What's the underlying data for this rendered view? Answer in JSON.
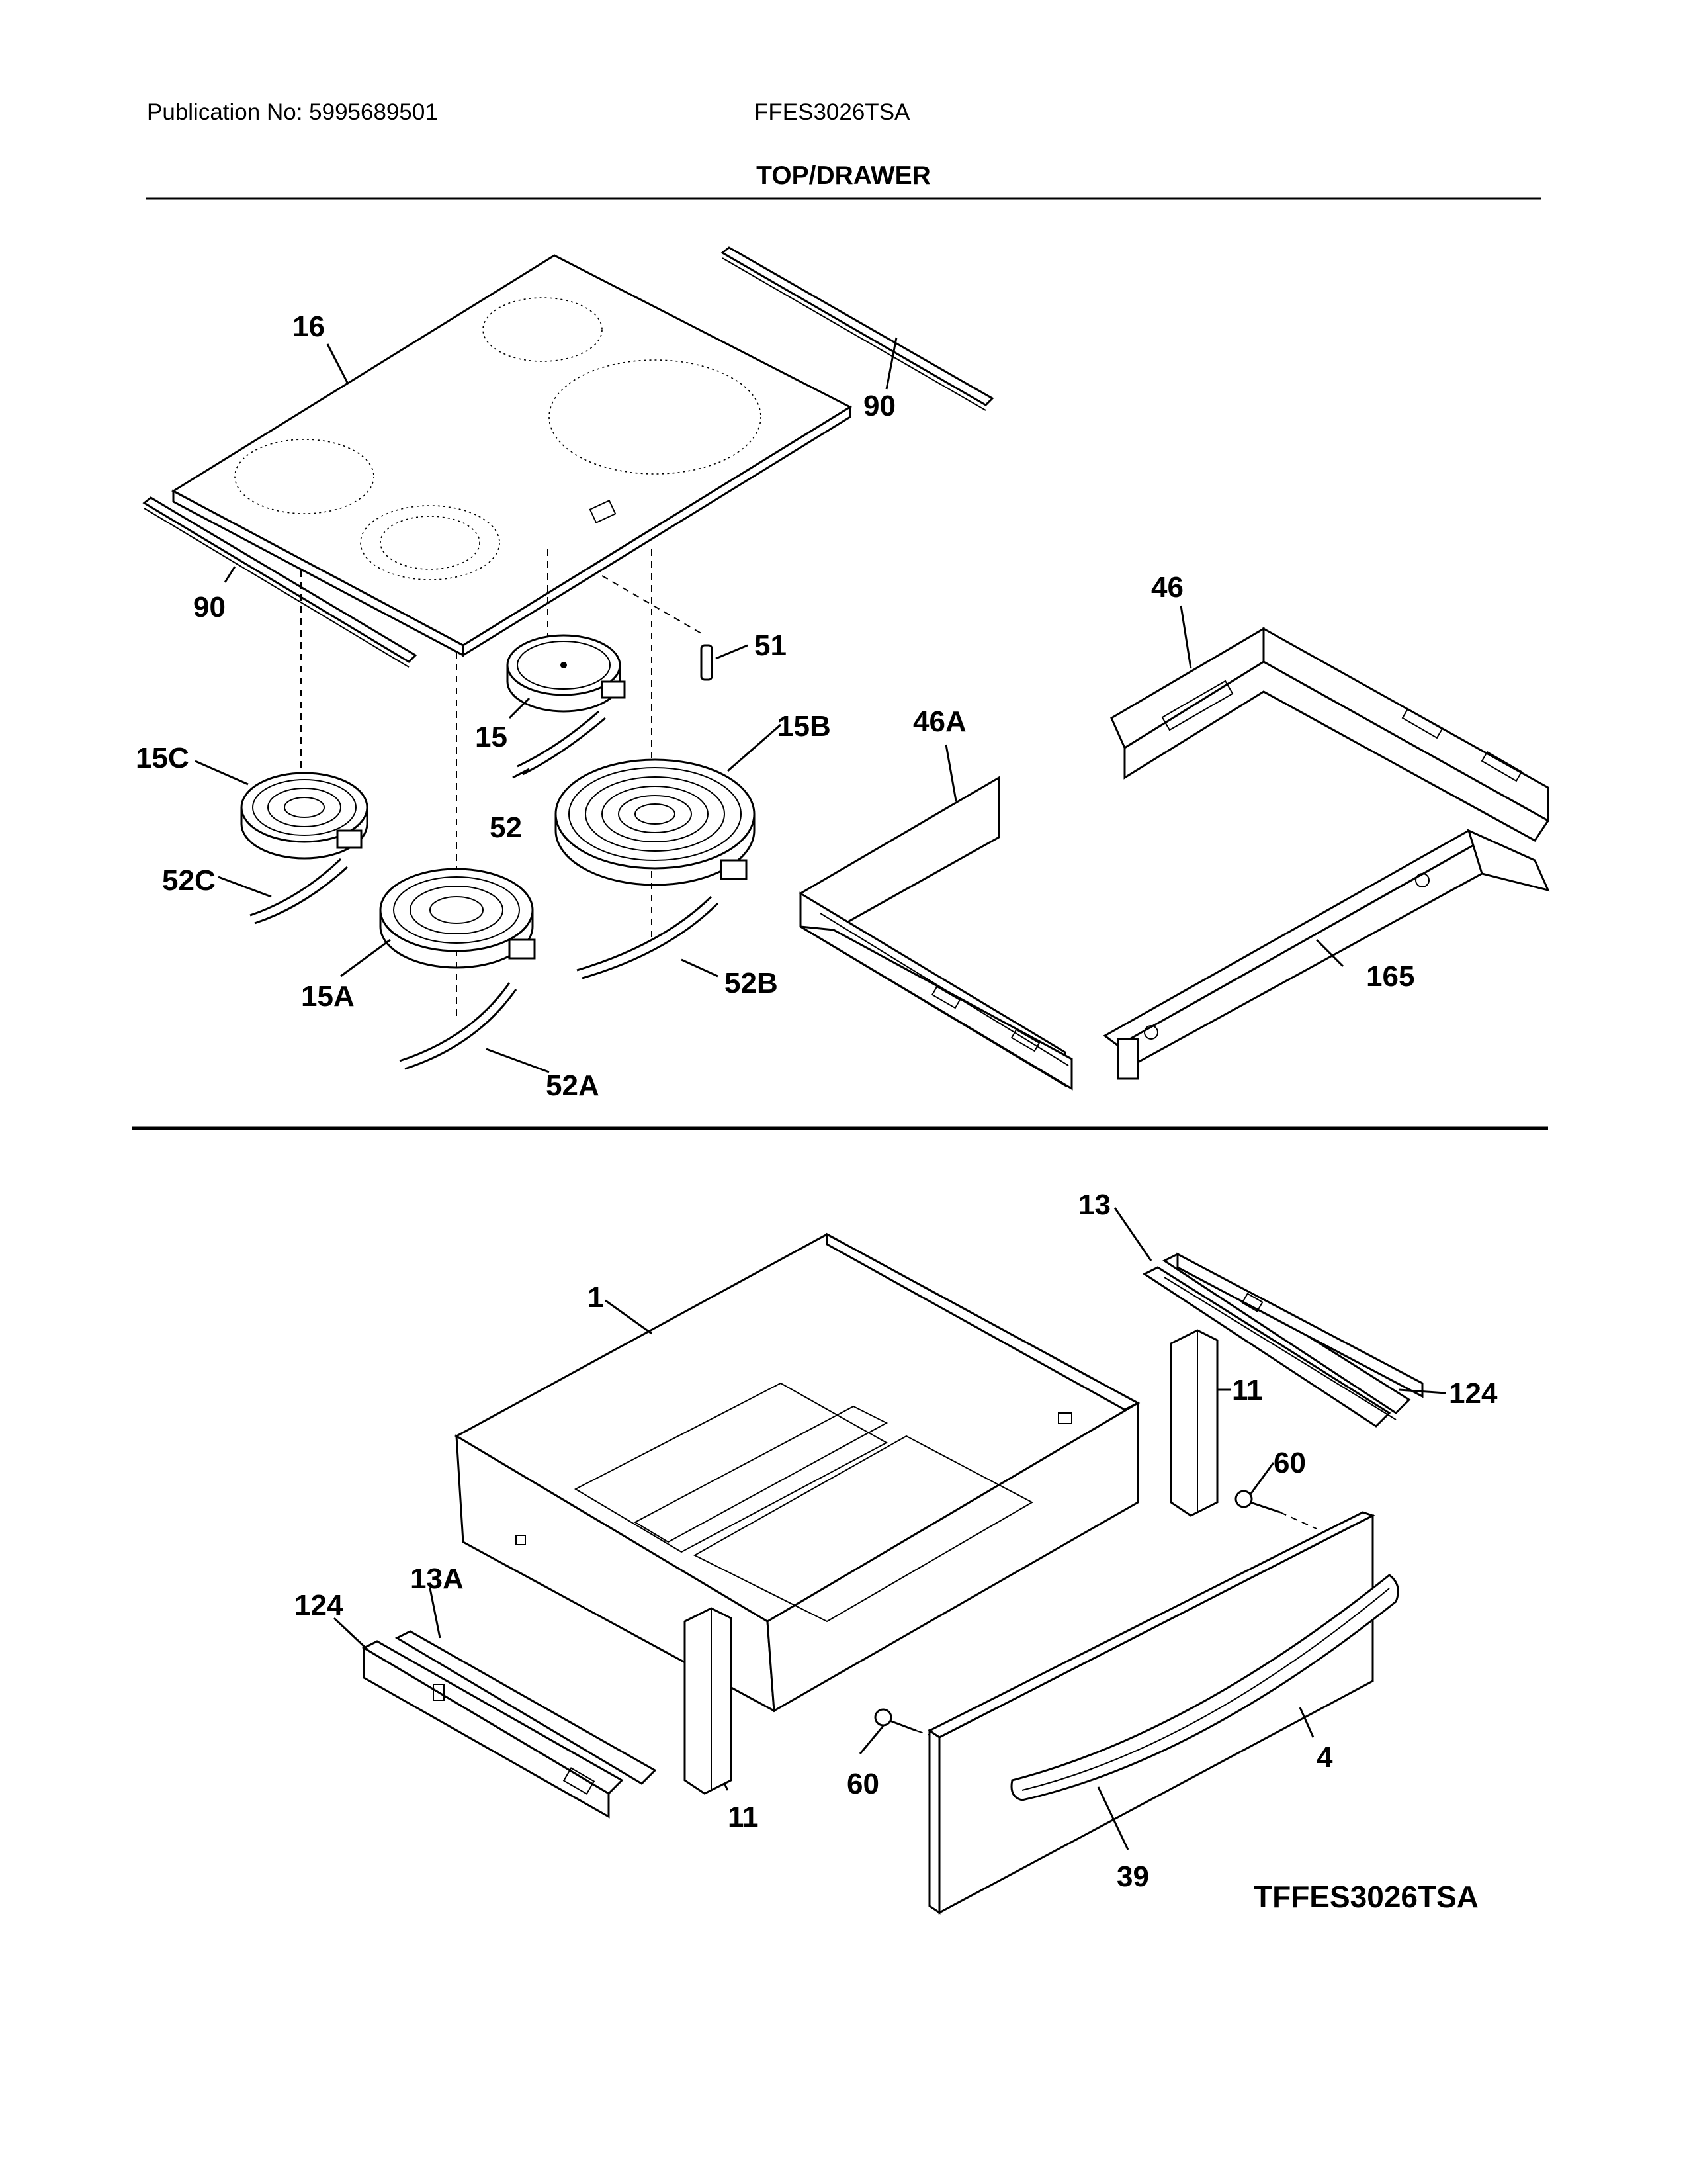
{
  "header": {
    "publication": "Publication No: 5995689501",
    "model": "FFES3026TSA",
    "section_title": "TOP/DRAWER"
  },
  "callouts": {
    "p16": "16",
    "p90a": "90",
    "p90b": "90",
    "p51": "51",
    "p46": "46",
    "p46a": "46A",
    "p15": "15",
    "p15b": "15B",
    "p15c": "15C",
    "p52": "52",
    "p52c": "52C",
    "p15a": "15A",
    "p52b": "52B",
    "p52a": "52A",
    "p165": "165",
    "p13": "13",
    "p1": "1",
    "p11a": "11",
    "p124a": "124",
    "p60a": "60",
    "p13a": "13A",
    "p124b": "124",
    "p11b": "11",
    "p60b": "60",
    "p4": "4",
    "p39": "39"
  },
  "footer": {
    "diagram_id": "TFFES3026TSA"
  }
}
